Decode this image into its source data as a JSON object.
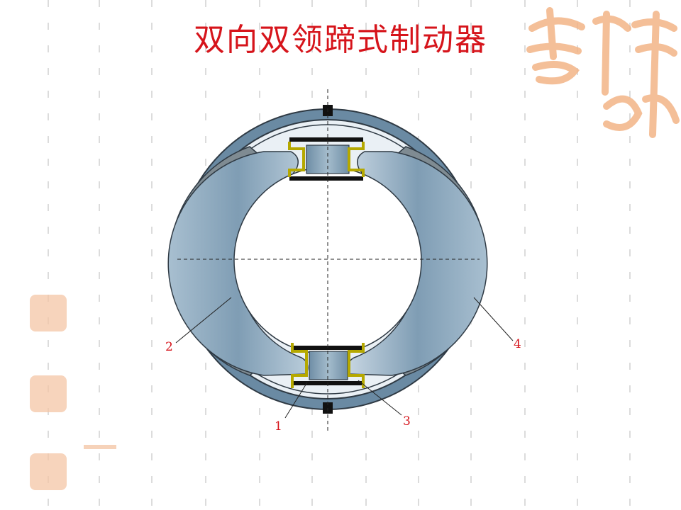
{
  "slide": {
    "title": "双向双领蹄式制动器"
  },
  "diagram": {
    "callouts": [
      {
        "id": "1",
        "label": "1"
      },
      {
        "id": "2",
        "label": "2"
      },
      {
        "id": "3",
        "label": "3"
      },
      {
        "id": "4",
        "label": "4"
      }
    ]
  },
  "watermark": {
    "logo_text": "吉祥",
    "stamp_text": "吉祥"
  },
  "colors": {
    "title": "#d6141b",
    "drum": "#6a8aa3",
    "shoe": "#9fb7c9",
    "lining": "#7f8b92",
    "cylinder_outline": "#b5a800",
    "watermark": "#f3b487"
  }
}
